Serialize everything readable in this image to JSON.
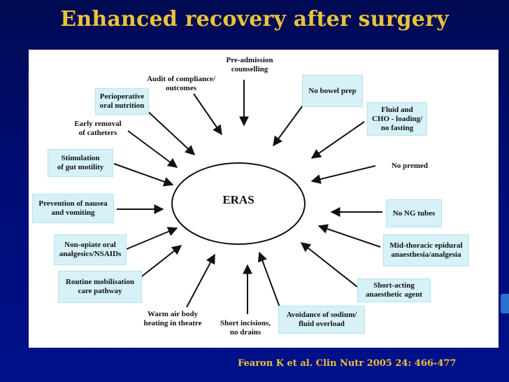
{
  "title": "Enhanced recovery after surgery",
  "citation": "Fearon K et al. Clin Nutr  2005 24: 466-477",
  "colors": {
    "background": "#000d7a",
    "title": "#e8c33a",
    "box_fill": "#d6f1f7",
    "panel": "#ffffff",
    "ink": "#111111"
  },
  "hub": {
    "label": "ERAS"
  },
  "nodes": [
    {
      "id": "pre-admission",
      "label": "Pre-admission\ncounselling",
      "boxed": false
    },
    {
      "id": "no-bowel-prep",
      "label": "No bowel prep",
      "boxed": true
    },
    {
      "id": "fluid-cho",
      "label": "Fluid and\nCHO - loading/\nno fasting",
      "boxed": true
    },
    {
      "id": "no-premed",
      "label": "No   premed",
      "boxed": false
    },
    {
      "id": "no-ng-tubes",
      "label": "No NG tubes",
      "boxed": true
    },
    {
      "id": "mid-thoracic",
      "label": "Mid-thoracic epidural\nanaesthesia/analgesia",
      "boxed": true
    },
    {
      "id": "short-acting",
      "label": "Short-acting\nanaesthetic agent",
      "boxed": true
    },
    {
      "id": "avoidance-sodium",
      "label": "Avoidance of sodium/\nfluid overload",
      "boxed": true
    },
    {
      "id": "short-incisions",
      "label": "Short incisions,\nno drains",
      "boxed": false
    },
    {
      "id": "warm-air",
      "label": "Warm air body\nheating in theatre",
      "boxed": false
    },
    {
      "id": "routine-mobilisation",
      "label": "Routine mobilisation\ncare pathway",
      "boxed": true
    },
    {
      "id": "non-opiate",
      "label": "Non-opiate oral\nanalgesics/NSAIDs",
      "boxed": true
    },
    {
      "id": "prevention-nausea",
      "label": "Prevention of nausea\nand vomiting",
      "boxed": true
    },
    {
      "id": "stimulation-gut",
      "label": "Stimulation\nof gut motility",
      "boxed": true
    },
    {
      "id": "early-removal",
      "label": "Early removal\nof catheters",
      "boxed": false
    },
    {
      "id": "perioperative-nutrition",
      "label": "Perioperative\noral nutrition",
      "boxed": true
    },
    {
      "id": "audit-compliance",
      "label": "Audit of compliance/\noutcomes",
      "boxed": false
    }
  ]
}
